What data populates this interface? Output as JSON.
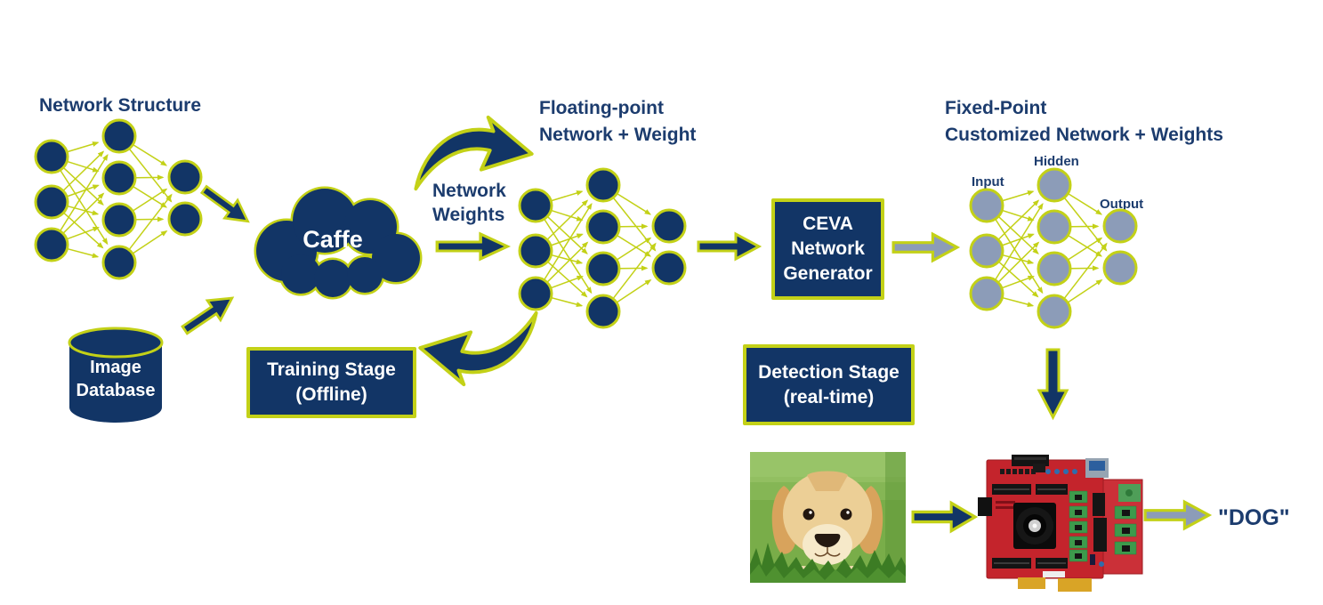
{
  "colors": {
    "navy": "#123566",
    "lime": "#c3d117",
    "gray": "#8c9cb8",
    "text_navy": "#1c3c6e",
    "white": "#ffffff",
    "board_red": "#c4242c",
    "board_red_light": "#cb3038",
    "gold": "#d9a426",
    "module_green": "#3d9a4c"
  },
  "labels": {
    "network_structure": "Network Structure",
    "caffe": "Caffe",
    "image_db_line1": "Image",
    "image_db_line2": "Database",
    "training_line1": "Training Stage",
    "training_line2": "(Offline)",
    "net_weights_line1": "Network",
    "net_weights_line2": "Weights",
    "float_title_line1": "Floating-point",
    "float_title_line2": "Network + Weight",
    "gen_line1": "CEVA",
    "gen_line2": "Network",
    "gen_line3": "Generator",
    "fixed_title_line1": "Fixed-Point",
    "fixed_title_line2": "Customized Network + Weights",
    "layer_input": "Input",
    "layer_hidden": "Hidden",
    "layer_output": "Output",
    "detection_line1": "Detection Stage",
    "detection_line2": "(real-time)",
    "result": "\"DOG\""
  },
  "networks": [
    {
      "name": "network-structure-graph",
      "layers": [
        3,
        4,
        2
      ],
      "node_fill": "#123566"
    },
    {
      "name": "floating-point-graph",
      "layers": [
        3,
        4,
        2
      ],
      "node_fill": "#123566"
    },
    {
      "name": "fixed-point-graph",
      "layers": [
        3,
        4,
        2
      ],
      "node_fill": "#8c9cb8"
    }
  ]
}
